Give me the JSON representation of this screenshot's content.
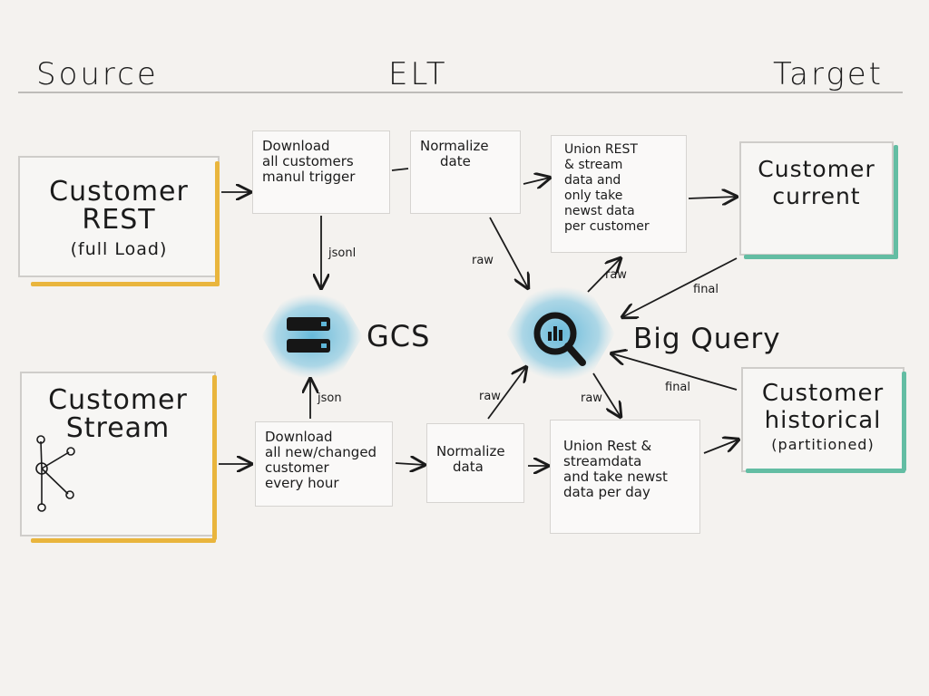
{
  "header": {
    "source": "Source",
    "elt": "ELT",
    "target": "Target"
  },
  "sources": {
    "rest": {
      "title_1": "Customer",
      "title_2": "REST",
      "subtitle": "(full Load)"
    },
    "stream": {
      "title_1": "Customer",
      "title_2": "Stream"
    }
  },
  "steps": {
    "download_all": [
      "Download",
      "all customers",
      "manul trigger"
    ],
    "normalize_top": [
      "Normalize",
      "date"
    ],
    "union_rest": [
      "Union REST",
      "& stream",
      "data and",
      "only take",
      "newst data",
      "per customer"
    ],
    "download_new": [
      "Download",
      "all new/changed",
      "customer",
      "every hour"
    ],
    "normalize_bottom": [
      "Normalize",
      "data"
    ],
    "union_stream": [
      "Union Rest &",
      "streamdata",
      "and take newst",
      "data per day"
    ]
  },
  "targets": {
    "current": {
      "title_1": "Customer",
      "title_2": "current"
    },
    "historical": {
      "title_1": "Customer",
      "title_2": "historical",
      "subtitle": "(partitioned)"
    }
  },
  "services": {
    "gcs": "GCS",
    "bigquery": "Big Query"
  },
  "edge_labels": {
    "jsonl": "jsonl",
    "json": "json",
    "raw_top": "raw",
    "raw_union_top": "raw",
    "final_top": "final",
    "raw_bottom": "raw",
    "raw_union_bottom": "raw",
    "final_bottom": "final"
  },
  "colors": {
    "source_accent": "#e9b53d",
    "target_accent": "#63bda3",
    "service_glow": "#5fb6d8"
  }
}
